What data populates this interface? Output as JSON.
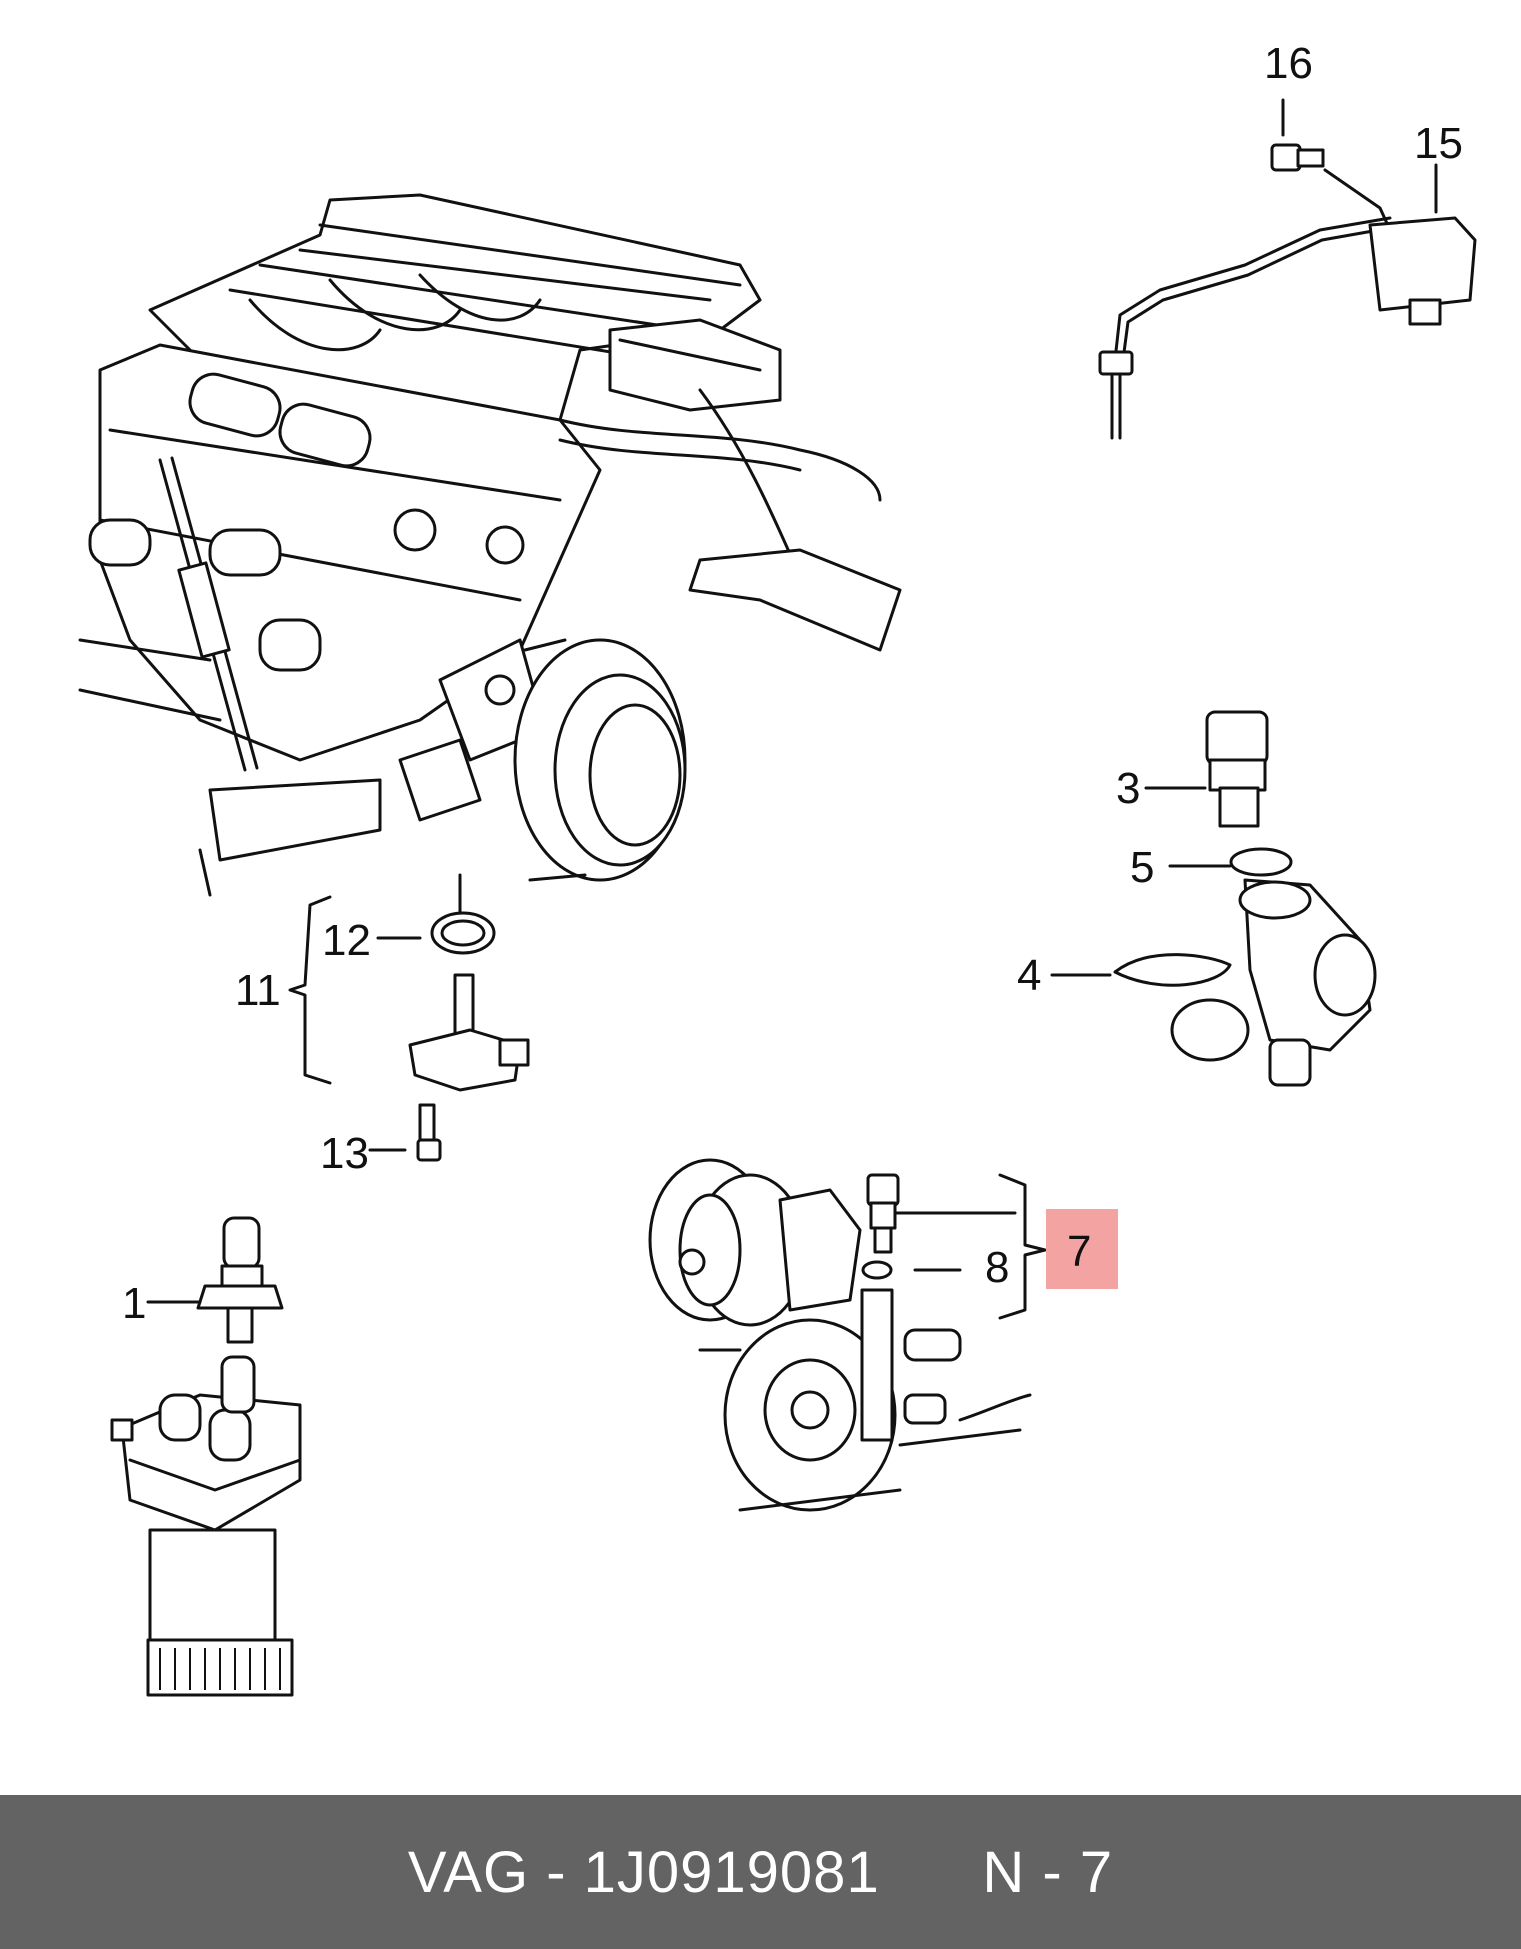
{
  "callouts": {
    "c1": "1",
    "c3": "3",
    "c4": "4",
    "c5": "5",
    "c7": "7",
    "c8": "8",
    "c11": "11",
    "c12": "12",
    "c13": "13",
    "c15": "15",
    "c16": "16"
  },
  "highlight": {
    "label": "7",
    "color": "#f4a3a3"
  },
  "footer": {
    "brand": "VAG",
    "separator": " - ",
    "part_number": "1J0919081",
    "position_prefix": "N",
    "position_separator": " - ",
    "position_number": "7",
    "background": "#636363",
    "text_color": "#ffffff"
  }
}
